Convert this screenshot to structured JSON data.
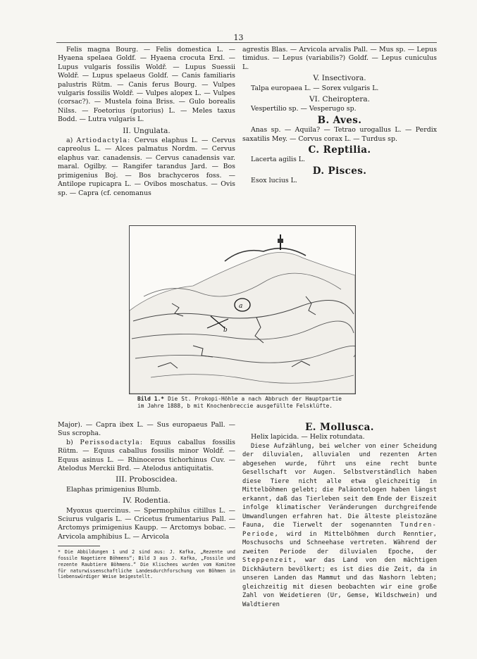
{
  "page_number": "13",
  "top_left": {
    "p1": "Felis magna Bourg. — Felis domestica L. — Hyaena spelaea Goldf. — Hyaena crocuta Erxl. — Lupus vulgaris fossilis Woldř. — Lupus Suessii Woldř. — Lupus spelaeus Goldf. — Canis familiaris palustris Rütm. — Canis ferus Bourg. — Vulpes vulgaris fossilis Woldř. — Vulpes alopex L. — Vulpes (corsac?). — Mustela foina Briss. — Gulo borealis Nilss. — Foetorius (putorius) L. — Meles taxus Bodd. — Lutra vulgaris L.",
    "h2": "II. Ungulata.",
    "p2_label": "a)",
    "p2_spaced": "Artiodactyla:",
    "p2": "Cervus elaphus L. — Cervus capreolus L. — Alces palmatus Nordm. — Cervus elaphus var. canadensis. — Cervus canadensis var. maral. Ogilby. — Rangifer tarandus Jard. — Bos primigenius Boj. — Bos brachyceros foss. — Antilope rupicapra L. — Ovibos moschatus. — Ovis sp. — Capra (cf. cenomanus"
  },
  "top_right": {
    "p1": "agrestis Blas. — Arvicola arvalis Pall. — Mus sp. — Lepus timidus. — Lepus (variabilis?) Goldf. — Lepus cuniculus L.",
    "h5": "V. Insectivora.",
    "p5": "Talpa europaea L. — Sorex vulgaris L.",
    "h6": "VI. Cheiroptera.",
    "p6": "Vespertilio sp. — Vesperugo sp.",
    "hB": "B. Aves.",
    "pB": "Anas sp. — Aquila? — Tetrao urogallus L. — Perdix saxatilis Mey. — Corvus corax L. — Turdus sp.",
    "hC": "C. Reptilia.",
    "pC": "Lacerta agilis L.",
    "hD": "D. Pisces.",
    "pD": "Esox lucius L."
  },
  "figure": {
    "marker_a": "a",
    "marker_b": "b",
    "caption_label": "Bild 1.*",
    "caption_text": "Die St. Prokopi-Höhle a nach Abbruch der Hauptpartie im Jahre 1888, b mit Knochenbreccie ausgefüllte Felsklüfte."
  },
  "bottom_left": {
    "p1": "Major). — Capra ibex L. — Sus europaeus Pall. — Sus scropha.",
    "p2_label": "b)",
    "p2_spaced": "Perissodactyla:",
    "p2": "Equus caballus fossilis Rütm. — Equus caballus fossilis minor Woldř. — Equus asinus L. — Rhinoceros tichorhinus Cuv. — Atelodus Merckii Brd. — Atelodus antiquitatis.",
    "h3": "III. Proboscidea.",
    "p3": "Elaphas primigenius Blumb.",
    "h4": "IV. Rodentia.",
    "p4": "Myoxus quercinus. — Spermophilus citillus L. — Sciurus vulgaris L. — Cricetus frumentarius Pall. — Arctomys primigenius Kaupp. — Arctomys bobac. — Arvicola amphibius L. — Arvicola",
    "footnote": "* Die Abbildungen 1 und 2 sind aus: J. Kafka, „Rezente und fossile Nagetiere Böhmens“; Bild 3 aus J. Kafka, „Fossile und rezente Raubtiere Böhmens.“ Die Klischees wurden vom Komitee für naturwissenschaftliche Landesdurchforschung von Böhmen in liebenswürdiger Weise beigestellt."
  },
  "bottom_right": {
    "hE": "E. Mollusca.",
    "pE": "Helix lapicida. — Helix rotundata.",
    "body_a": "Diese Aufzählung, bei welcher von einer Scheidung der diluvialen, alluvialen und rezenten Arten abgesehen wurde, führt uns eine recht bunte Gesellschaft vor Augen. Selbstverständlich haben diese Tiere nicht alle etwa gleichzeitig in Mittelböhmen gelebt; die Paläontologen haben längst erkannt, daß das Tierleben seit dem Ende der Eiszeit infolge klimatischer Veränderungen durchgreifende Umwandlungen erfahren hat. Die älteste pleistozäne Fauna, die Tierwelt der sogenannten",
    "body_spaced_1": "Tundren-Periode,",
    "body_b": "wird in Mittelböhmen durch Renntier, Moschusochs und Schneehase vertreten. Während der zweiten Periode der diluvialen Epoche, der",
    "body_spaced_2": "Steppenzeit,",
    "body_c": "war das Land von den mächtigen Dickhäutern bevölkert; es ist dies die Zeit, da in unseren Landen das Mammut und das Nashorn lebten; gleichzeitig mit diesen beobachten wir eine große Zahl von Weidetieren (Ur, Gemse, Wildschwein) und Waldtieren"
  }
}
